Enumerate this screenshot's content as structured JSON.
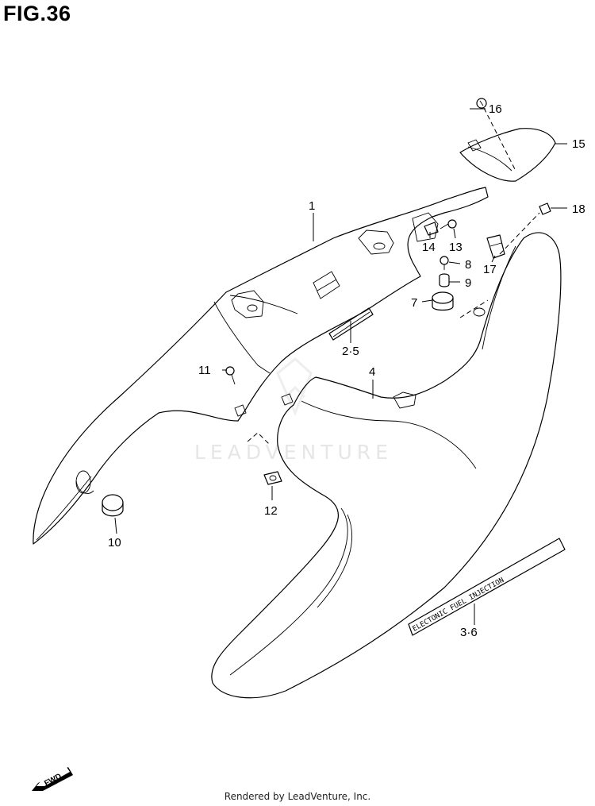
{
  "figure": {
    "title": "FIG.36"
  },
  "watermark": {
    "text": "LEADVENTURE"
  },
  "footer": {
    "text": "Rendered by LeadVenture, Inc."
  },
  "decal": {
    "text": "ELECTONIC FUEL INJECTION"
  },
  "fwd_badge": {
    "text": "FWD"
  },
  "callouts": [
    {
      "id": "c1",
      "label": "1"
    },
    {
      "id": "c2-5",
      "label": "2·5"
    },
    {
      "id": "c3-6",
      "label": "3·6"
    },
    {
      "id": "c4",
      "label": "4"
    },
    {
      "id": "c7",
      "label": "7"
    },
    {
      "id": "c8",
      "label": "8"
    },
    {
      "id": "c9",
      "label": "9"
    },
    {
      "id": "c10",
      "label": "10"
    },
    {
      "id": "c11",
      "label": "11"
    },
    {
      "id": "c12",
      "label": "12"
    },
    {
      "id": "c13",
      "label": "13"
    },
    {
      "id": "c14",
      "label": "14"
    },
    {
      "id": "c15",
      "label": "15"
    },
    {
      "id": "c16",
      "label": "16"
    },
    {
      "id": "c17",
      "label": "17"
    },
    {
      "id": "c18",
      "label": "18"
    }
  ]
}
